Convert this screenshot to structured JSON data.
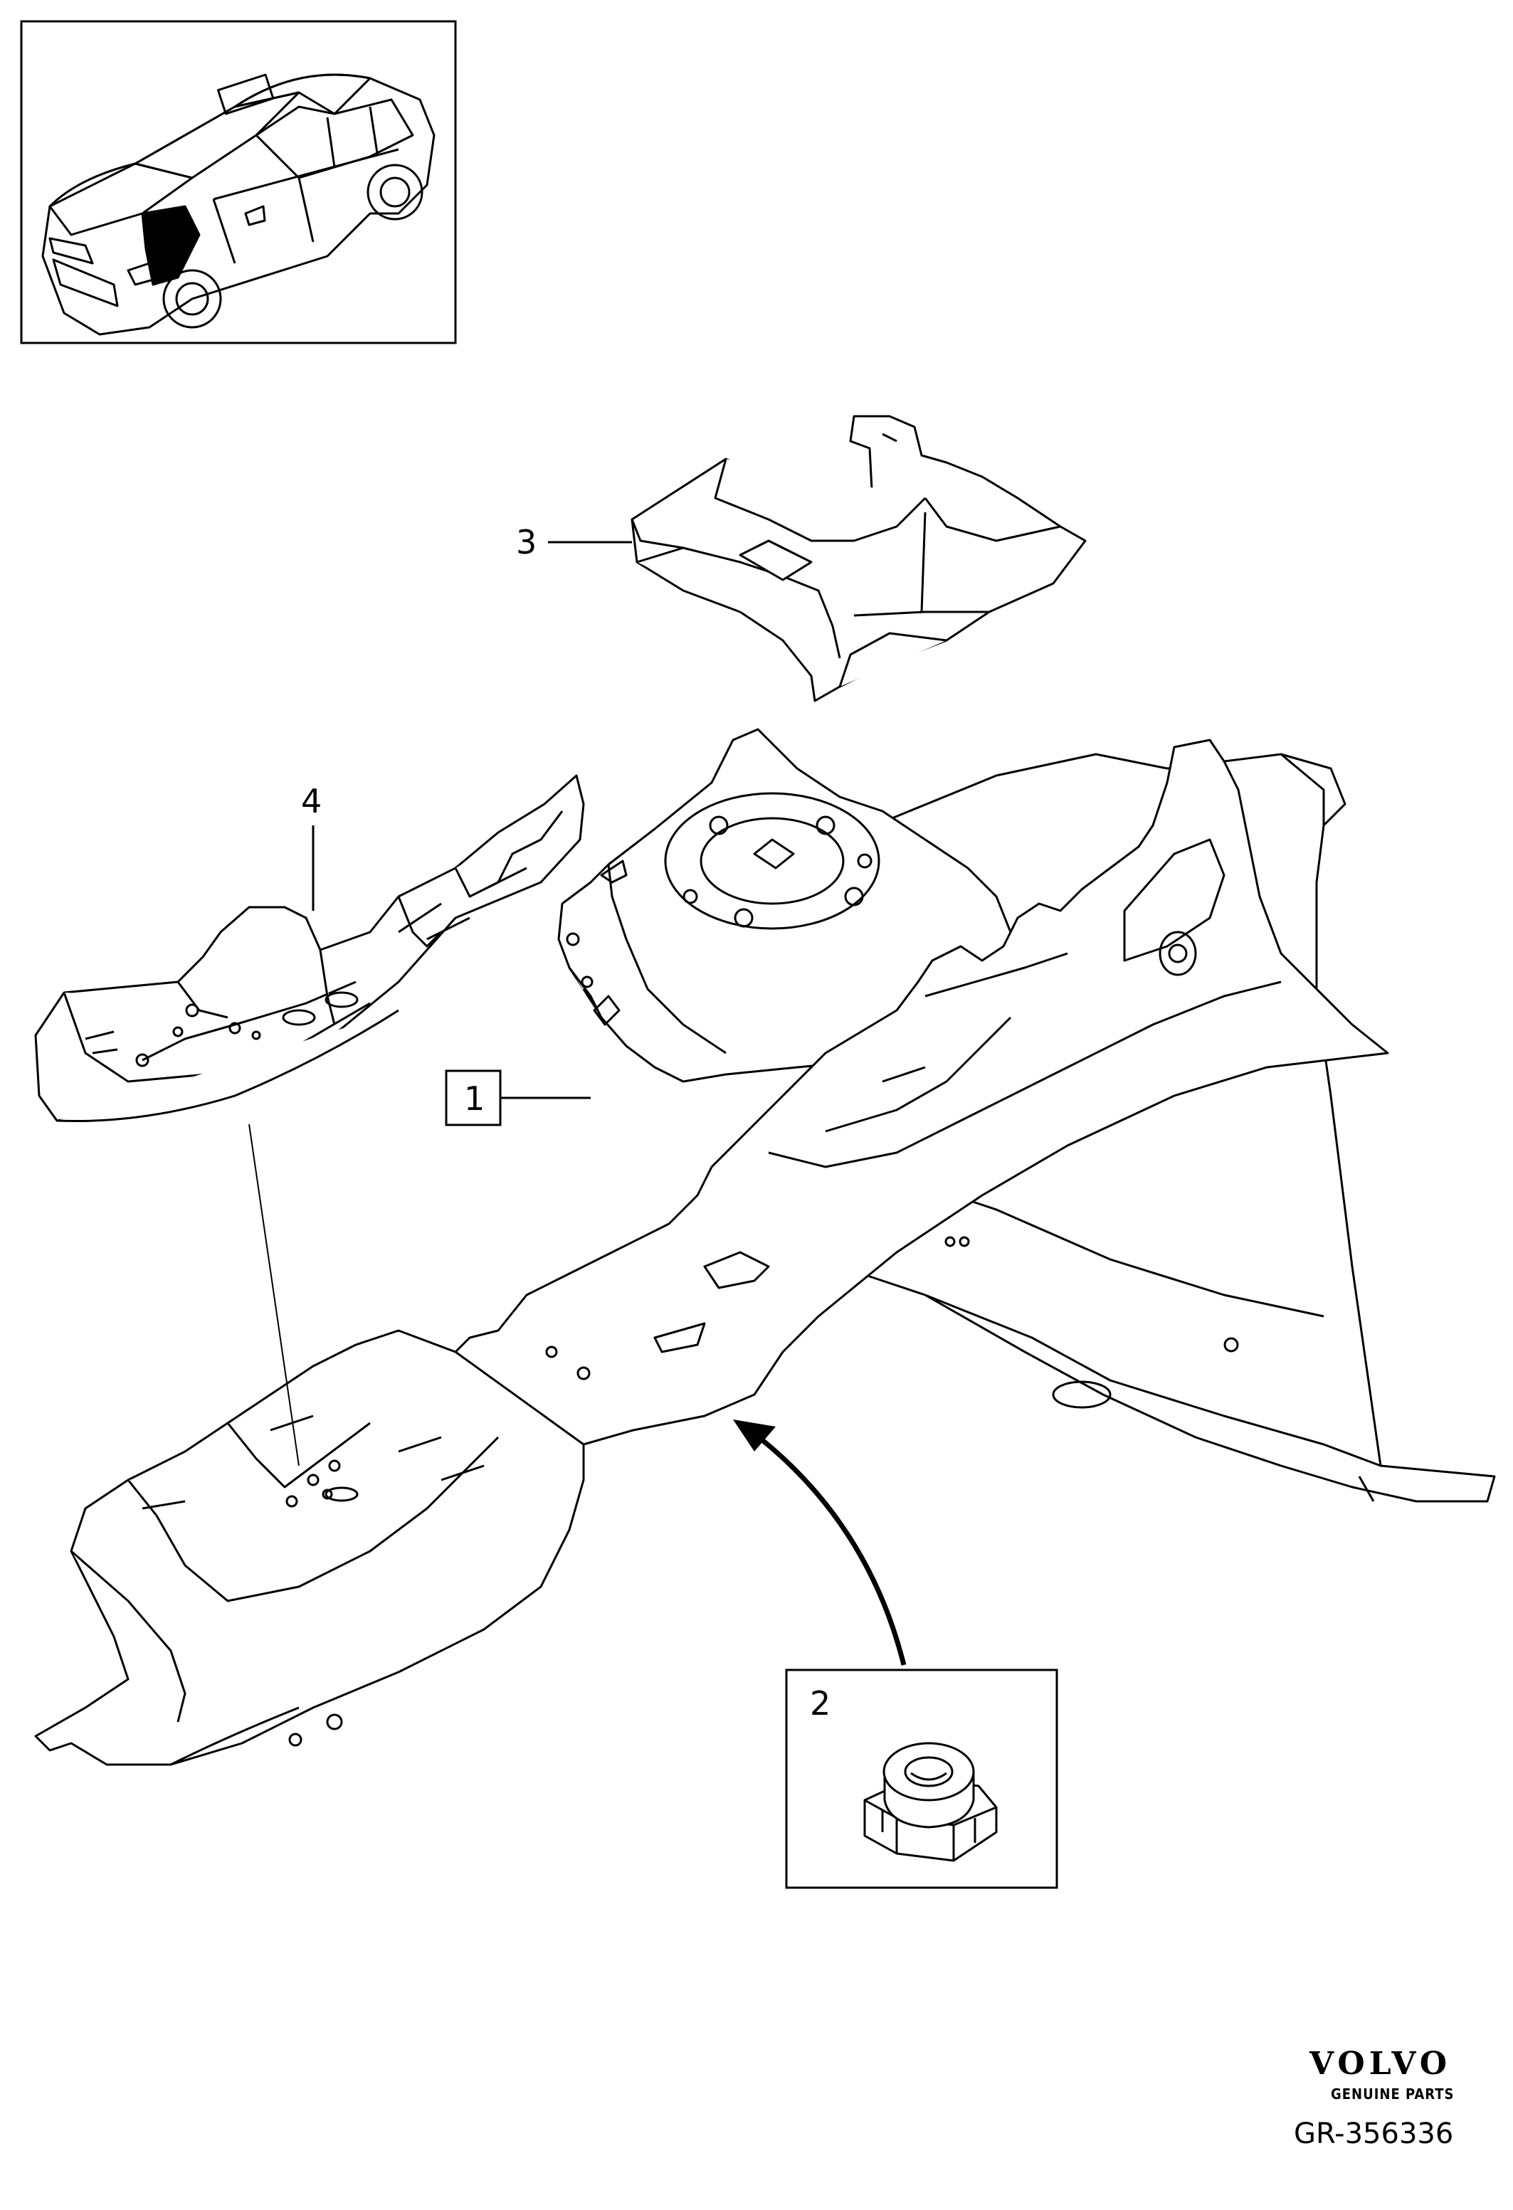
{
  "callouts": [
    {
      "id": "1",
      "label": "1",
      "boxed": true
    },
    {
      "id": "2",
      "label": "2",
      "boxed": true
    },
    {
      "id": "3",
      "label": "3",
      "boxed": false
    },
    {
      "id": "4",
      "label": "4",
      "boxed": false
    }
  ],
  "brand": {
    "logo": "VOLVO",
    "tagline": "GENUINE PARTS"
  },
  "reference_number": "GR-356336"
}
